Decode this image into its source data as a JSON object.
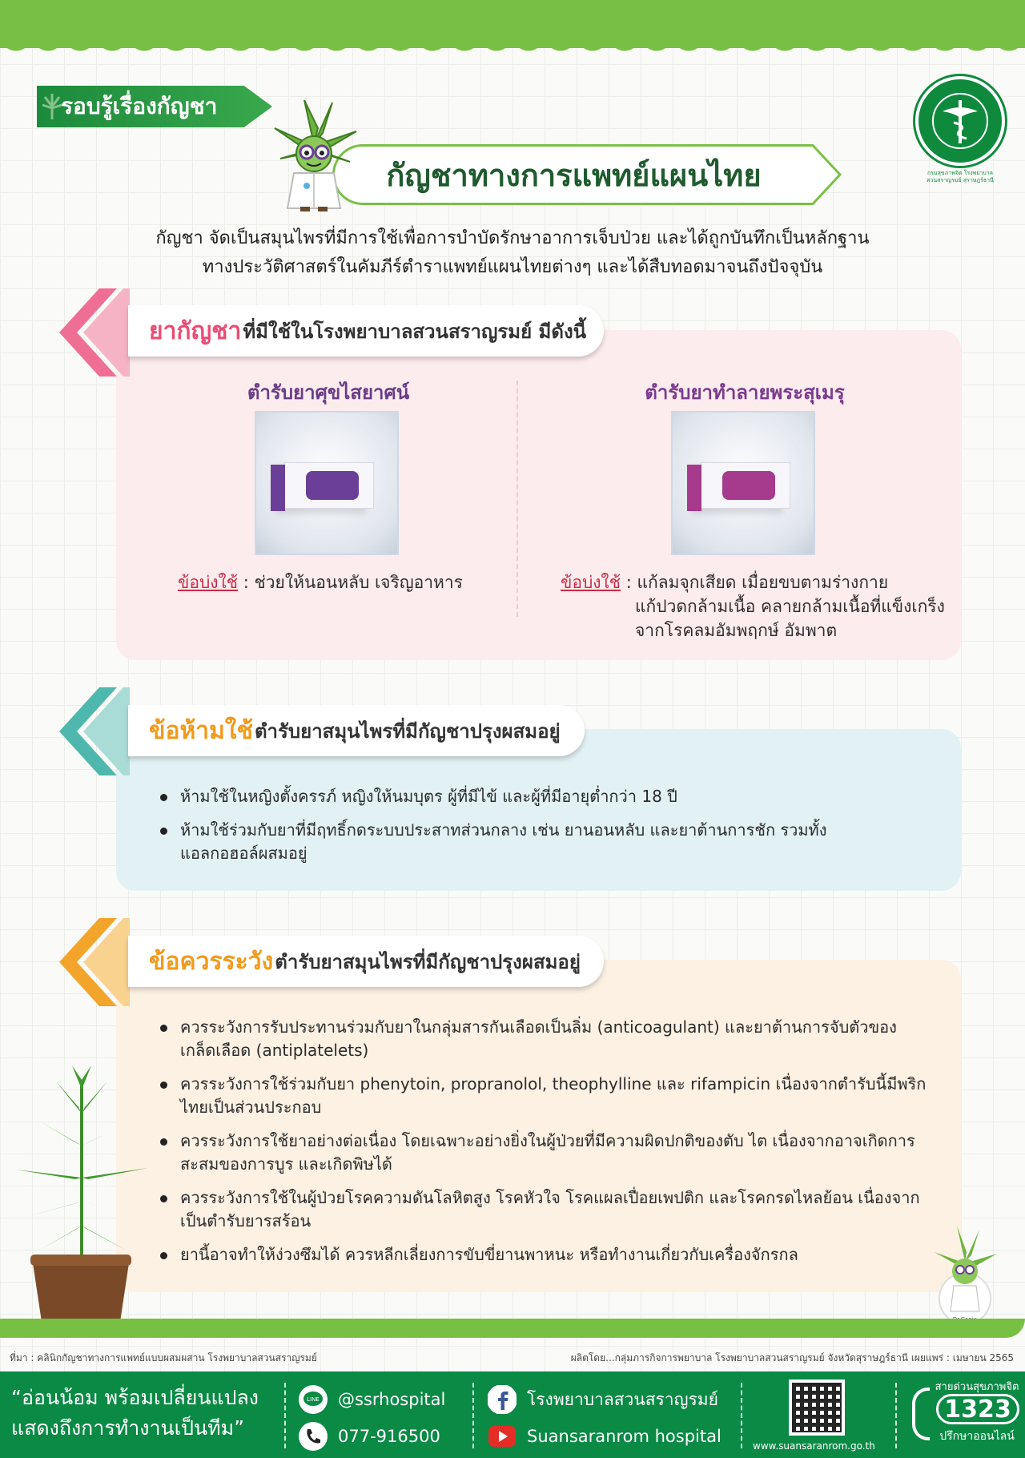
{
  "header": {
    "topic_label": "รอบรู้เรื่องกัญชา",
    "title": "กัญชาทางการแพทย์แผนไทย",
    "logo_caption": "กรมสุขภาพจิต โรงพยาบาลสวนสราญรมย์ สุราษฎร์ธานี"
  },
  "intro": {
    "line1": "กัญชา จัดเป็นสมุนไพรที่มีการใช้เพื่อการบำบัดรักษาอาการเจ็บป่วย และได้ถูกบันทึกเป็นหลักฐาน",
    "line2": "ทางประวัติศาสตร์ในคัมภีร์ตำราแพทย์แผนไทยต่างๆ และได้สืบทอดมาจนถึงปัจจุบัน"
  },
  "section1": {
    "highlight": "ยากัญชา",
    "rest": "ที่มีใช้ในโรงพยาบาลสวนสราญรมย์ มีดังนี้",
    "products": [
      {
        "name": "ตำรับยาศุขไสยาศน์",
        "usage_key": "ข้อบ่งใช้",
        "usage_lines": [
          ": ช่วยให้นอนหลับ เจริญอาหาร"
        ],
        "label_color": "#6b3f98"
      },
      {
        "name": "ตำรับยาทำลายพระสุเมรุ",
        "usage_key": "ข้อบ่งใช้",
        "usage_lines": [
          ": แก้ลมจุกเสียด เมื่อยขบตามร่างกาย",
          "แก้ปวดกล้ามเนื้อ คลายกล้ามเนื้อที่แข็งเกร็ง",
          "จากโรคลมอัมพฤกษ์ อัมพาต"
        ],
        "label_color": "#a63a8c"
      }
    ]
  },
  "section2": {
    "highlight": "ข้อห้ามใช้",
    "rest": "ตำรับยาสมุนไพรที่มีกัญชาปรุงผสมอยู่",
    "items": [
      "ห้ามใช้ในหญิงตั้งครรภ์ หญิงให้นมบุตร ผู้ที่มีไข้ และผู้ที่มีอายุต่ำกว่า 18 ปี",
      "ห้ามใช้ร่วมกับยาที่มีฤทธิ์กดระบบประสาทส่วนกลาง เช่น ยานอนหลับ และยาต้านการชัก รวมทั้งแอลกอฮอล์ผสมอยู่"
    ]
  },
  "section3": {
    "highlight": "ข้อควรระวัง",
    "rest": "ตำรับยาสมุนไพรที่มีกัญชาปรุงผสมอยู่",
    "items": [
      "ควรระวังการรับประทานร่วมกับยาในกลุ่มสารกันเลือดเป็นลิ่ม (anticoagulant) และยาต้านการจับตัวของเกล็ดเลือด (antiplatelets)",
      "ควรระวังการใช้ร่วมกับยา phenytoin, propranolol, theophylline และ rifampicin เนื่องจากตำรับนี้มีพริกไทยเป็นส่วนประกอบ",
      "ควรระวังการใช้ยาอย่างต่อเนื่อง โดยเฉพาะอย่างยิ่งในผู้ป่วยที่มีความผิดปกติของตับ ไต เนื่องจากอาจเกิดการสะสมของการบูร และเกิดพิษได้",
      "ควรระวังการใช้ในผู้ป่วยโรคความดันโลหิตสูง โรคหัวใจ โรคแผลเปื่อยเพปติก และโรคกรดไหลย้อน เนื่องจากเป็นตำรับยารสร้อน",
      "ยานี้อาจทำให้ง่วงซึมได้ ควรหลีกเลี่ยงการขับขี่ยานพาหนะ หรือทำงานเกี่ยวกับเครื่องจักรกล"
    ]
  },
  "mascot_small_label": "Dr.Ganja",
  "credits": {
    "source": "ที่มา : คลินิกกัญชาทางการแพทย์แบบผสมผสาน โรงพยาบาลสวนสราญรมย์",
    "producer": "ผลิตโดย...กลุ่มภารกิจการพยาบาล โรงพยาบาลสวนสราญรมย์ จังหวัดสุราษฎร์ธานี  เผยแพร่ : เมษายน 2565"
  },
  "footer": {
    "slogan_line1": "“อ่อนน้อม พร้อมเปลี่ยนแปลง",
    "slogan_line2": "แสดงถึงการทำงานเป็นทีม”",
    "line_id": "@ssrhospital",
    "phone": "077-916500",
    "facebook": "โรงพยาบาลสวนสราญรมย์",
    "youtube": "Suansaranrom hospital",
    "website": "www.suansaranrom.go.th",
    "hotline_caption": "สายด่วนสุขภาพจิต",
    "hotline_number": "1323",
    "hotline_sub": "ปรึกษาออนไลน์"
  },
  "colors": {
    "green": "#77c043",
    "dark_green": "#0a8a45",
    "pink": "#e94d75",
    "teal": "#57bfb7",
    "orange": "#f2a12c"
  }
}
